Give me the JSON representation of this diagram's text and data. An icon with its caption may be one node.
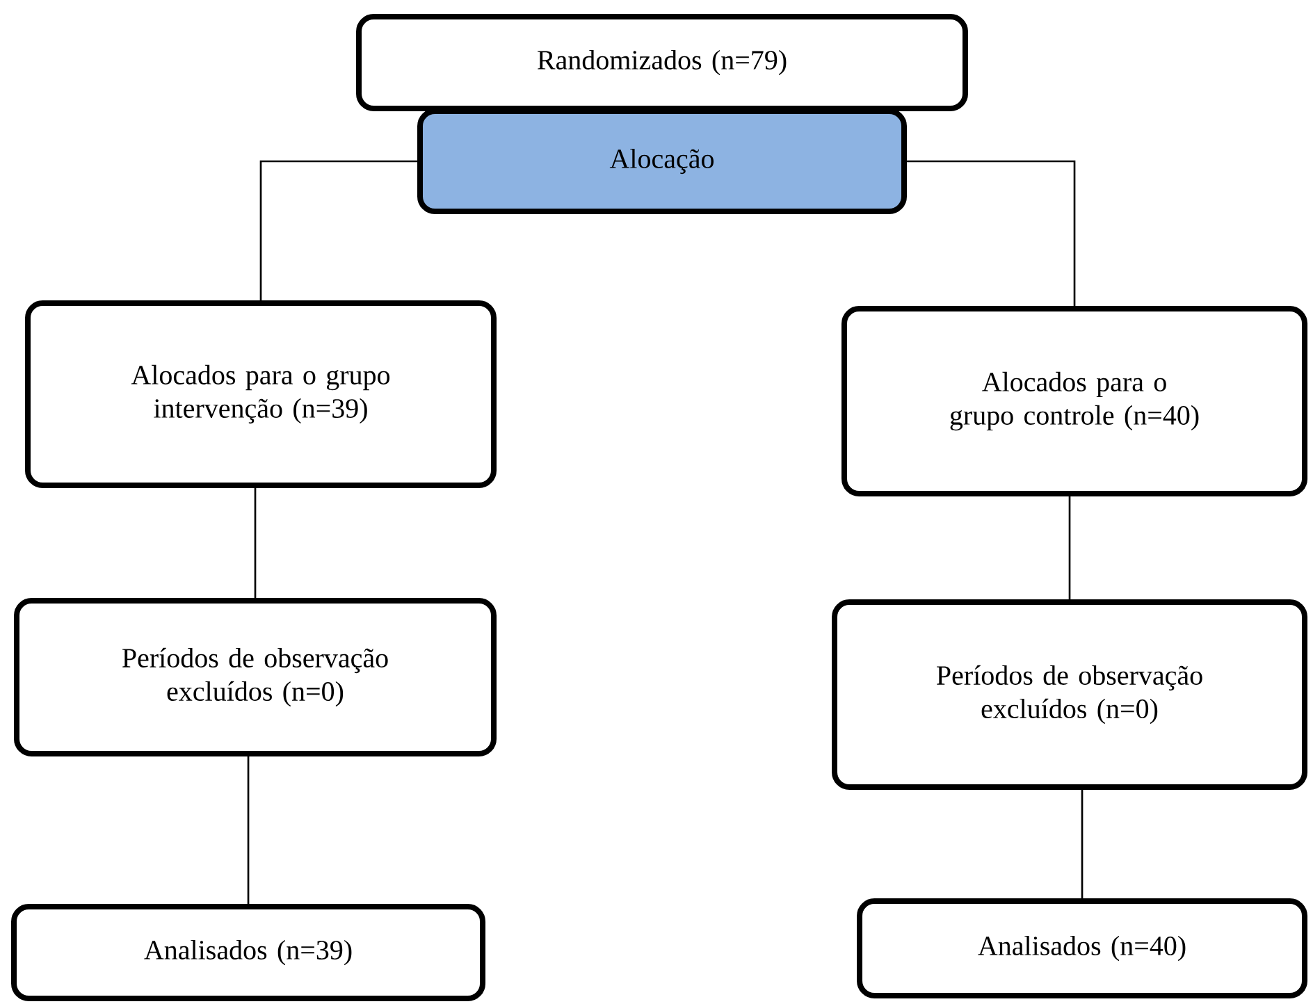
{
  "diagram": {
    "nodes": [
      {
        "text": [
          "Randomizados (n=79)"
        ]
      },
      {
        "text": [
          "Alocação"
        ]
      },
      {
        "text": [
          "Alocados para o grupo intervenção (n=39)"
        ]
      },
      {
        "text": [
          "Alocados para o grupo controle (n=40)"
        ]
      },
      {
        "text": [
          "Períodos de observação excluídos (n=0)"
        ]
      },
      {
        "text": [
          "Períodos de observação excluídos (n=0)"
        ]
      },
      {
        "text": [
          "Analisados (n=39)"
        ]
      },
      {
        "text": [
          "Analisados (n=40)"
        ]
      }
    ],
    "edges": [
      {
        "from": 1,
        "to": 2,
        "arrow": "none"
      },
      {
        "from": 1,
        "to": 3,
        "arrow": "none"
      },
      {
        "from": 2,
        "to": 4,
        "arrow": "none"
      },
      {
        "from": 4,
        "to": 6,
        "arrow": "none"
      },
      {
        "from": 3,
        "to": 5,
        "arrow": "none"
      },
      {
        "from": 5,
        "to": 7,
        "arrow": "none"
      }
    ]
  }
}
